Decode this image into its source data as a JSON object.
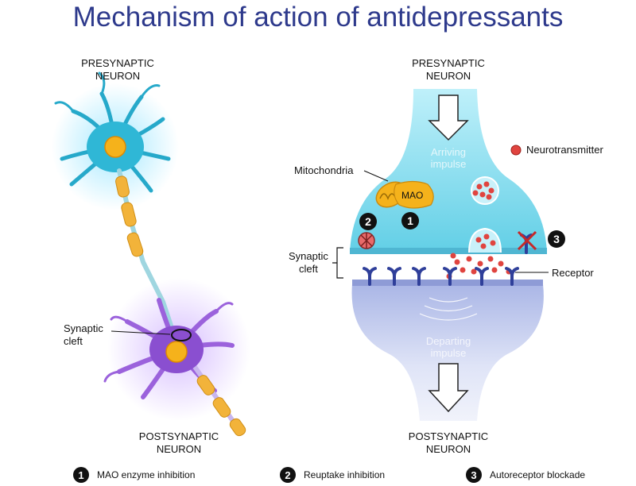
{
  "title": "Mechanism of action of antidepressants",
  "left": {
    "presynaptic_label_1": "PRESYNAPTIC",
    "presynaptic_label_2": "NEURON",
    "synaptic_cleft_1": "Synaptic",
    "synaptic_cleft_2": "cleft",
    "postsynaptic_label_1": "POSTSYNAPTIC",
    "postsynaptic_label_2": "NEURON"
  },
  "right": {
    "presynaptic_label_1": "PRESYNAPTIC",
    "presynaptic_label_2": "NEURON",
    "arriving_1": "Arriving",
    "arriving_2": "impulse",
    "neurotransmitter": "Neurotransmitter",
    "mitochondria": "Mitochondria",
    "mao": "MAO",
    "synaptic_cleft_1": "Synaptic",
    "synaptic_cleft_2": "cleft",
    "receptor": "Receptor",
    "departing_1": "Departing",
    "departing_2": "impulse",
    "postsynaptic_label_1": "POSTSYNAPTIC",
    "postsynaptic_label_2": "NEURON",
    "badge_1": "1",
    "badge_2": "2",
    "badge_3": "3"
  },
  "legend": [
    {
      "num": "1",
      "text": "MAO enzyme inhibition"
    },
    {
      "num": "2",
      "text": "Reuptake inhibition"
    },
    {
      "num": "3",
      "text": "Autoreceptor blockade"
    }
  ],
  "colors": {
    "title": "#2e3a8c",
    "presynaptic": "#7fd6e8",
    "postsynaptic": "#c8d0ef",
    "neuron_blue": "#2fb7d6",
    "neuron_purple": "#8a4fd0",
    "axon": "#f2b33a",
    "neurotransmitter": "#e0443f",
    "receptor": "#2f3f9a"
  }
}
